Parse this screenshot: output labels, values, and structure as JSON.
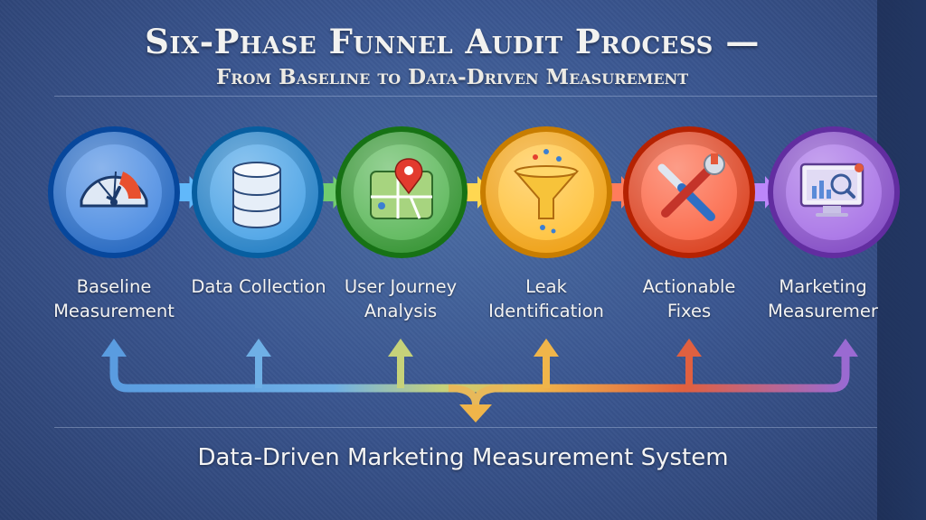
{
  "title": "Six-Phase Funnel Audit Process —",
  "subtitle": "From Baseline to Data-Driven Measurement",
  "phases": [
    {
      "label": "Baseline Measurement",
      "icon": "speedometer-icon",
      "color": "#2f6fc4"
    },
    {
      "label": "Data Collection",
      "icon": "database-icon",
      "color": "#2f86c8"
    },
    {
      "label": "User Journey Analysis",
      "icon": "map-pin-icon",
      "color": "#3f9a3d"
    },
    {
      "label": "Leak Identification",
      "icon": "funnel-icon",
      "color": "#f0a51f"
    },
    {
      "label": "Actionable Fixes",
      "icon": "wrench-screwdriver-icon",
      "color": "#dd4a2a"
    },
    {
      "label": "Marketing Measuremer",
      "icon": "analytics-monitor-icon",
      "color": "#8a55c8"
    }
  ],
  "footer": "Data-Driven Marketing Measurement System"
}
